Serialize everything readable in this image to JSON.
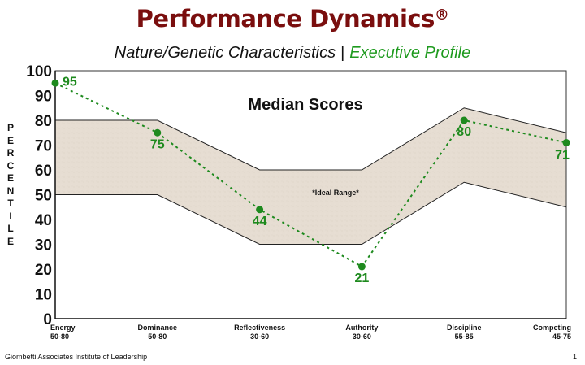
{
  "header": {
    "title": "Performance Dynamics",
    "title_mark": "®",
    "subtitle_left": "Nature/Genetic Characteristics",
    "subtitle_sep": "|",
    "subtitle_right": "Executive Profile"
  },
  "y_axis_vertical_label": [
    "P",
    "E",
    "R",
    "C",
    "E",
    "N",
    "T",
    "I",
    "L",
    "E"
  ],
  "footer": {
    "left": "Giombetti Associates Institute of Leadership",
    "page": "1"
  },
  "colors": {
    "title": "#7a0e0e",
    "score_line": "#1e8a1e",
    "band_fill": "#e6ddd2",
    "accent_green": "#1e9a1e"
  },
  "chart_data": {
    "type": "line",
    "title": "Median Scores",
    "band_label": "*Ideal Range*",
    "categories": [
      "Energy",
      "Dominance",
      "Reflectiveness",
      "Authority",
      "Discipline",
      "Competing"
    ],
    "category_ranges": [
      "50-80",
      "50-80",
      "30-60",
      "30-60",
      "55-85",
      "45-75"
    ],
    "ideal_range": {
      "lower": [
        50,
        50,
        30,
        30,
        55,
        45
      ],
      "upper": [
        80,
        80,
        60,
        60,
        85,
        75
      ]
    },
    "series": [
      {
        "values": [
          95,
          75,
          44,
          21,
          80,
          71
        ]
      }
    ],
    "ylim": [
      0,
      100
    ],
    "yticks": [
      0,
      10,
      20,
      30,
      40,
      50,
      60,
      70,
      80,
      90,
      100
    ],
    "grid": false,
    "legend": "none"
  }
}
